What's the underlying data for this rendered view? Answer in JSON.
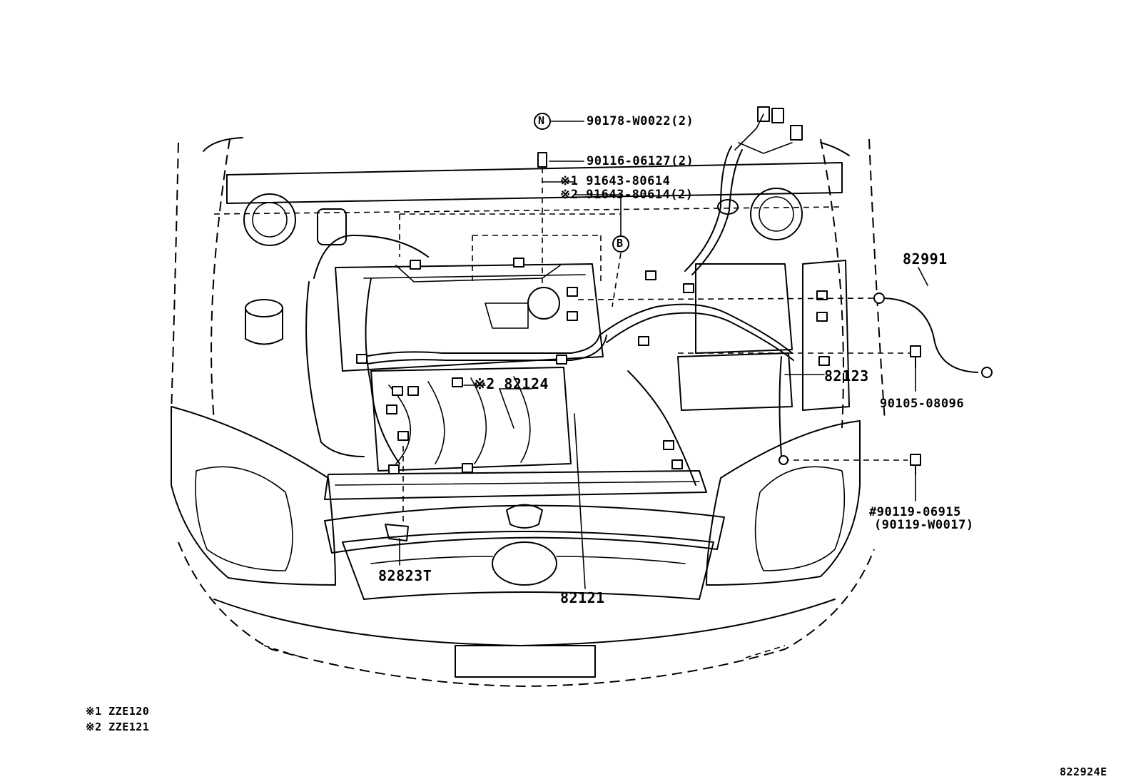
{
  "callouts": {
    "nut_marker": "N",
    "ref_b": "B",
    "p_90178": "90178-W0022(2)",
    "p_90116": "90116-06127(2)",
    "p_91643_1": "※1 91643-80614",
    "p_91643_2": "※2 91643-80614(2)",
    "p_82991": "82991",
    "p_82124": "※2 82124",
    "p_82123": "82123",
    "p_90105": "90105-08096",
    "p_90119_a": "#90119-06915",
    "p_90119_b": "(90119-W0017)",
    "p_82823t": "82823T",
    "p_82121": "82121"
  },
  "legend": {
    "note1": "※1 ZZE120",
    "note2": "※2 ZZE121"
  },
  "figure_id": "822924E"
}
